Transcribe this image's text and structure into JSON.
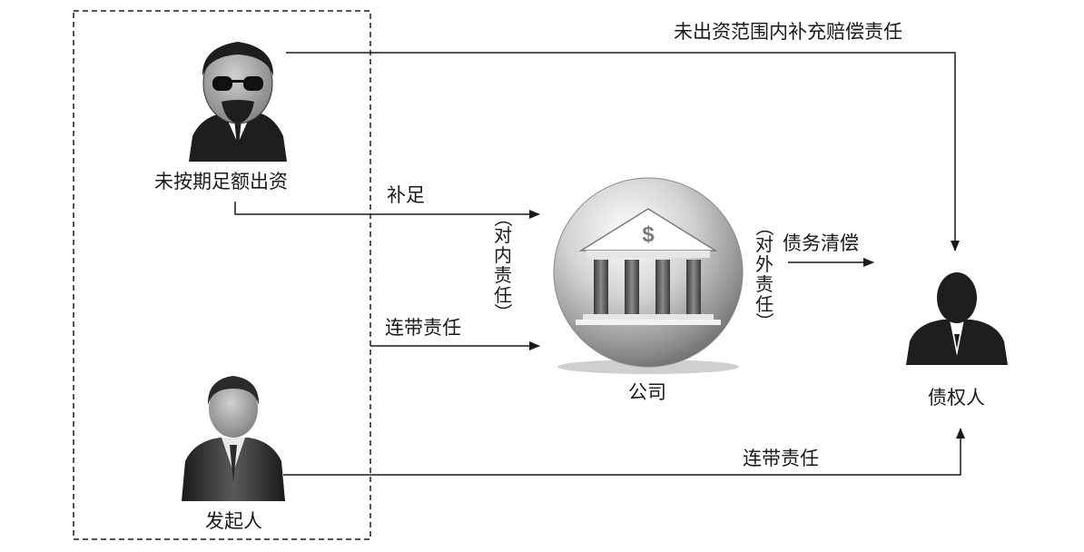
{
  "nodes": {
    "shareholder": "未按期足额出资",
    "company": "公司",
    "creditor": "债权人",
    "promoter": "发起人"
  },
  "edges": {
    "supplement": "补足",
    "internal_joint": "连带责任",
    "external_payment": "债务清偿",
    "supplementary_liability": "未出资范围内补充赔偿责任",
    "promoter_joint": "连带责任"
  },
  "vertical_labels": {
    "internal": [
      "（",
      "对",
      "内",
      "责",
      "任",
      "）"
    ],
    "external": [
      "（",
      "对",
      "外",
      "责",
      "任",
      "）"
    ]
  },
  "icons": {
    "company": "bank-icon",
    "shareholder": "person-sunglasses-icon",
    "promoter": "businessman-icon",
    "creditor": "person-silhouette-icon"
  },
  "colors": {
    "line": "#1a1a1a",
    "icon_dark": "#1e1e1e",
    "icon_gray": "#7a7a7a"
  }
}
